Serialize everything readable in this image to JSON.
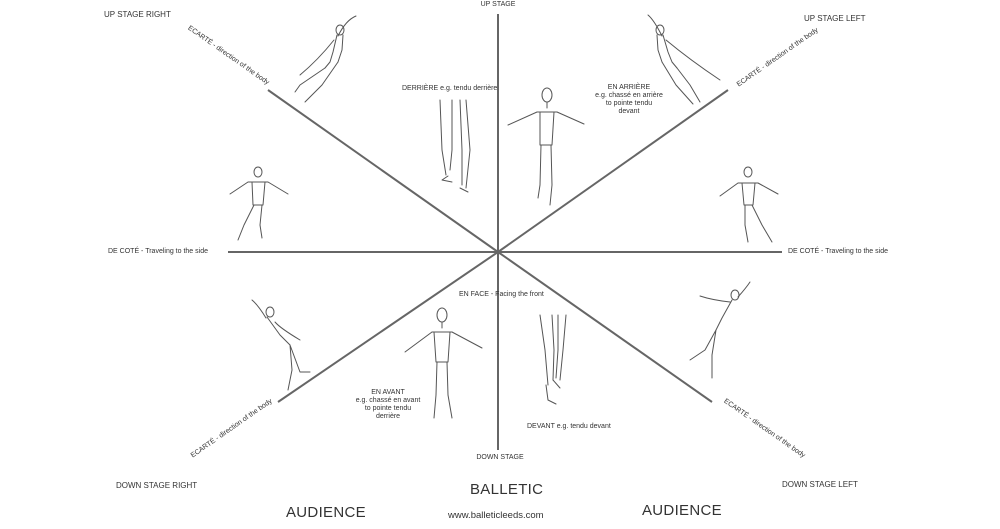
{
  "corners": {
    "up_stage_right": "UP STAGE RIGHT",
    "up_stage_left": "UP STAGE LEFT",
    "down_stage_right": "DOWN STAGE RIGHT",
    "down_stage_left": "DOWN STAGE LEFT"
  },
  "axis_labels": {
    "up_stage": "UP STAGE",
    "down_stage": "DOWN STAGE",
    "de_cote_left": "DE COTÉ - Traveling to the side",
    "de_cote_right": "DE COTÉ - Traveling to the side",
    "ecarte_ul": "ECARTÉ - direction of the body",
    "ecarte_ur": "ECARTÉ - direction of the body",
    "ecarte_ll": "ECARTÉ - direction of the body",
    "ecarte_lr": "ECARTÉ - direction of the body"
  },
  "positions": {
    "derriere": "DERRIÈRE e.g. tendu derrière",
    "en_arriere_title": "EN ARRIÈRE",
    "en_arriere_line1": "e.g. chassé en arrière",
    "en_arriere_line2": "to pointe tendu",
    "en_arriere_line3": "devant",
    "en_face": "EN FACE - Facing the front",
    "en_avant_title": "EN AVANT",
    "en_avant_line1": "e.g. chassé en avant",
    "en_avant_line2": "to pointe tendu",
    "en_avant_line3": "derrière",
    "devant": "DEVANT e.g. tendu devant"
  },
  "footer": {
    "audience_left": "AUDIENCE",
    "audience_right": "AUDIENCE",
    "brand": "BALLETIC",
    "url": "www.balleticleeds.com"
  },
  "colors": {
    "lines": "#666666",
    "text": "#333333",
    "figure": "#555555"
  }
}
